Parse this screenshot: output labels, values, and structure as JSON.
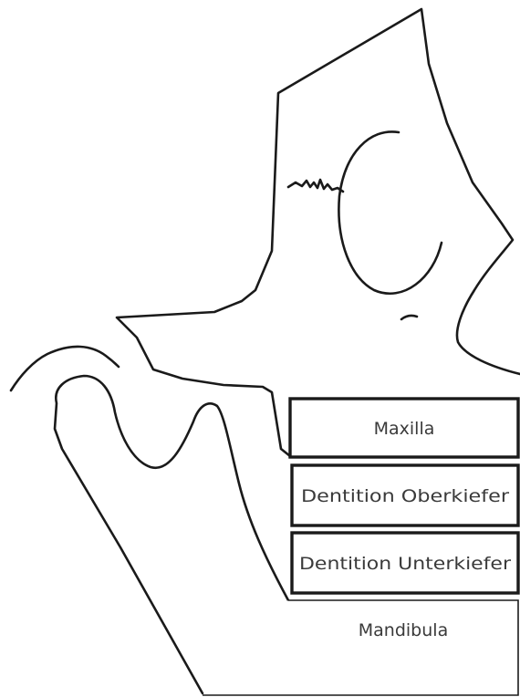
{
  "diagram": {
    "boxes": [
      {
        "id": "maxilla",
        "label": "Maxilla"
      },
      {
        "id": "dentition-upper",
        "label": "Dentition Oberkiefer"
      },
      {
        "id": "dentition-lower",
        "label": "Dentition Unterkiefer"
      },
      {
        "id": "mandibula",
        "label": "Mandibula"
      }
    ]
  }
}
